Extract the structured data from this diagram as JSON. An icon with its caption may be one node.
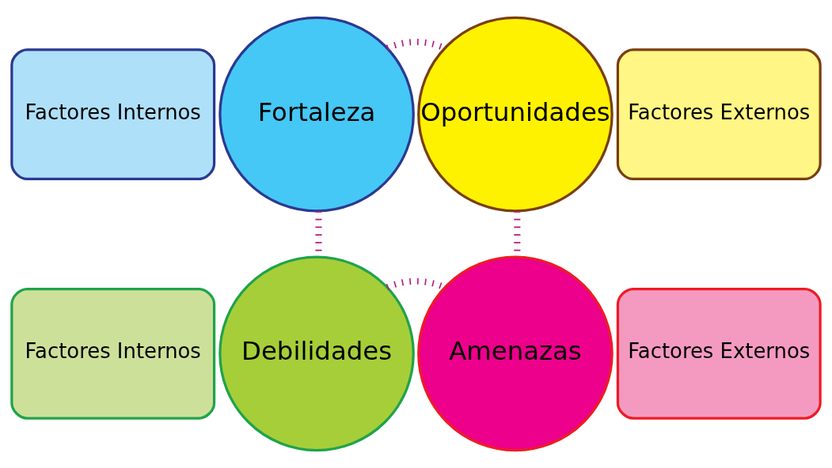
{
  "diagram": {
    "nodes": [
      {
        "text": [
          "Factores Internos"
        ]
      },
      {
        "text": [
          "Fortaleza"
        ]
      },
      {
        "text": [
          "Oportunidades"
        ]
      },
      {
        "text": [
          "Factores Externos"
        ]
      },
      {
        "text": [
          "Factores Internos"
        ]
      },
      {
        "text": [
          "Debilidades"
        ]
      },
      {
        "text": [
          "Amenazas"
        ]
      },
      {
        "text": [
          "Factores Externos"
        ]
      }
    ],
    "edges": [
      {
        "from": 1,
        "to": 2,
        "arrow": "none",
        "style": "dashed"
      },
      {
        "from": 1,
        "to": 5,
        "arrow": "none",
        "style": "dashed"
      },
      {
        "from": 2,
        "to": 6,
        "arrow": "none",
        "style": "dashed"
      },
      {
        "from": 5,
        "to": 6,
        "arrow": "none",
        "style": "dashed"
      }
    ]
  }
}
